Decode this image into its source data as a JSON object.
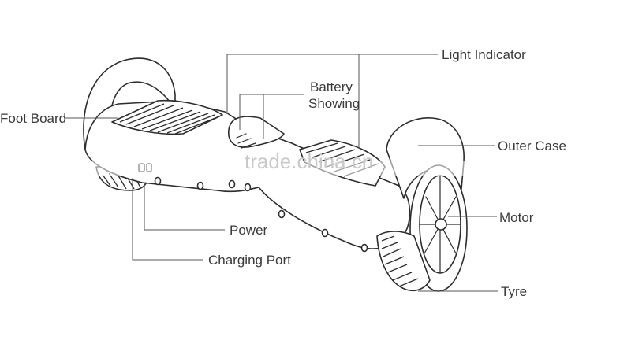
{
  "labels": {
    "light_indicator": "Light Indicator",
    "battery_line1": "Battery",
    "battery_line2": "Showing",
    "foot_board": "Foot Board",
    "outer_case": "Outer Case",
    "motor": "Motor",
    "power": "Power",
    "charging_port": "Charging Port",
    "tyre": "Tyre"
  },
  "watermark": "trade.china.cn",
  "colors": {
    "line": "#555555",
    "outline": "#2c2c2c",
    "text": "#3a3a3a",
    "watermark": "#c9c9c9"
  }
}
